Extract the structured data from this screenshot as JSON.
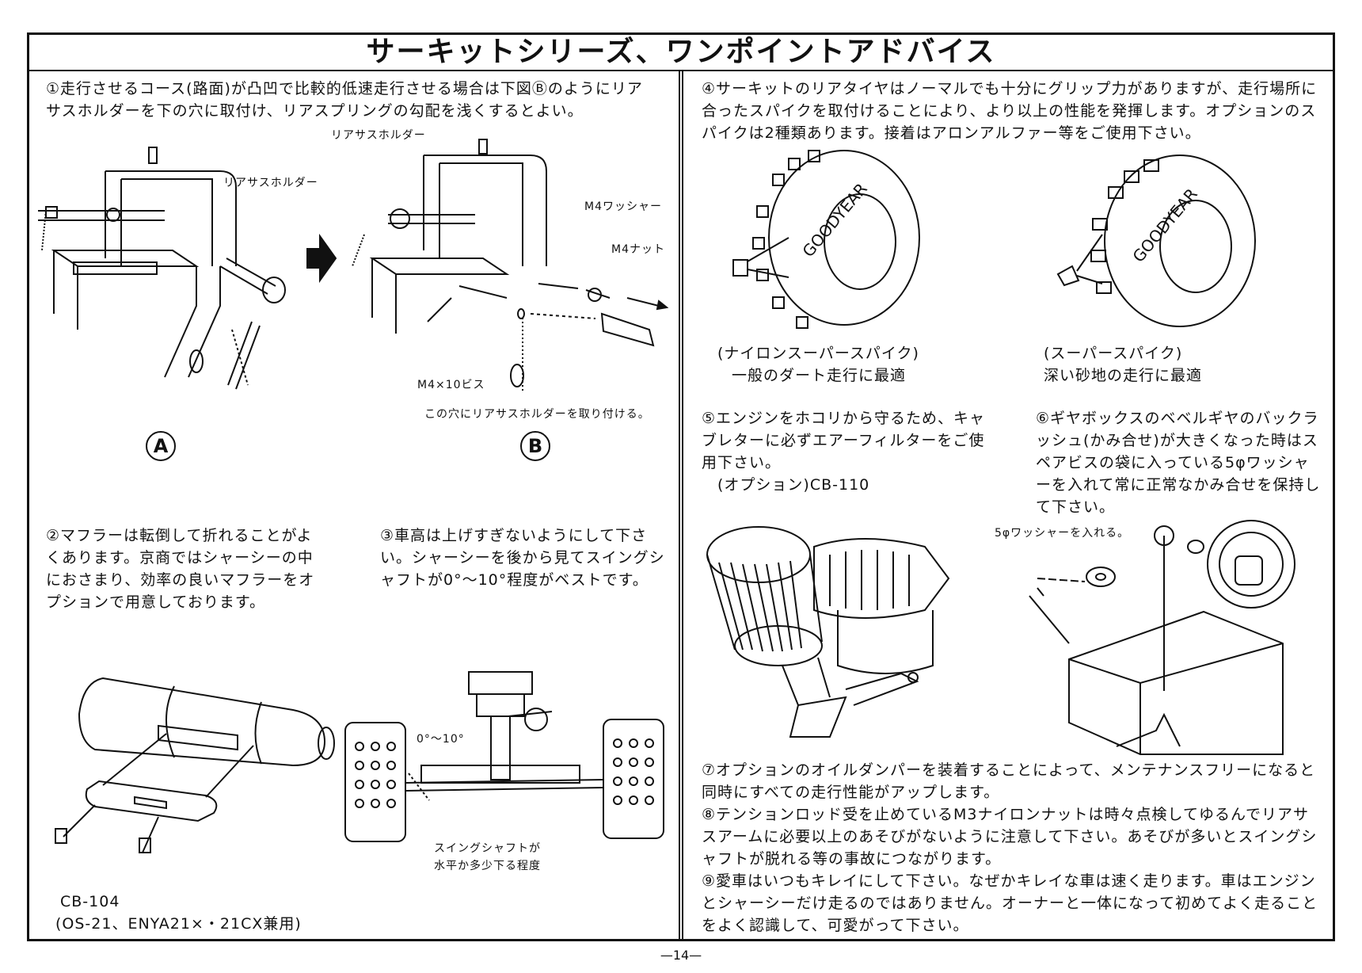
{
  "title": "サーキットシリーズ、ワンポイントアドバイス",
  "tips": {
    "t1": "①走行させるコース(路面)が凸凹で比較的低速走行させる場合は下図Ⓑのようにリアサスホルダーを下の穴に取付け、リアスプリングの勾配を浅くするとよい。",
    "t2": "②マフラーは転倒して折れることがよくあります。京商ではシャーシーの中におさまり、効率の良いマフラーをオプションで用意しております。",
    "t3": "③車高は上げすぎないようにして下さい。シャーシーを後から見てスイングシャフトが0°〜10°程度がベストです。",
    "t4": "④サーキットのリアタイヤはノーマルでも十分にグリップ力がありますが、走行場所に合ったスパイクを取付けることにより、より以上の性能を発揮します。オプションのスパイクは2種類あります。接着はアロンアルファー等をご使用下さい。",
    "t5": "⑤エンジンをホコリから守るため、キャブレターに必ずエアーフィルターをご使用下さい。",
    "t5_option": "(オプション)CB-110",
    "t6": "⑥ギヤボックスのベベルギヤのバックラッシュ(かみ合せ)が大きくなった時はスペアビスの袋に入っている5φワッシャーを入れて常に正常なかみ合せを保持して下さい。",
    "t7": "⑦オプションのオイルダンパーを装着することによって、メンテナンスフリーになると同時にすべての走行性能がアップします。",
    "t8": "⑧テンションロッド受を止めているM3ナイロンナットは時々点検してゆるんでリアサスアームに必要以上のあそびがないように注意して下さい。あそびが多いとスイングシャフトが脱れる等の事故につながります。",
    "t9": "⑨愛車はいつもキレイにして下さい。なぜかキレイな車は速く走ります。車はエンジンとシャーシーだけ走るのではありません。オーナーと一体になって初めてよく走ることをよく認識して、可愛がって下さい。"
  },
  "labels": {
    "rear_sus_holder_a": "リアサスホルダー",
    "rear_sus_holder_b": "リアサスホルダー",
    "m4_washer": "M4ワッシャー",
    "m4_nut": "M4ナット",
    "m4x10_screw": "M4×10ビス",
    "hole_note": "この穴にリアサスホルダーを取り付ける。",
    "fig_a": "A",
    "fig_b": "B",
    "angle": "0°〜10°",
    "swing_note_1": "スイングシャフトが",
    "swing_note_2": "水平か多少下る程度",
    "muffler_code": "CB-104",
    "muffler_compat": "(OS-21、ENYA21×・21CX兼用)",
    "nylon_spike_name": "(ナイロンスーパースパイク)",
    "nylon_spike_use": "一般のダート走行に最適",
    "super_spike_name": "(スーパースパイク)",
    "super_spike_use": "深い砂地の走行に最適",
    "tire_brand": "GOODYEAR",
    "washer_note": "5φワッシャーを入れる。"
  },
  "page_number": "—14—"
}
